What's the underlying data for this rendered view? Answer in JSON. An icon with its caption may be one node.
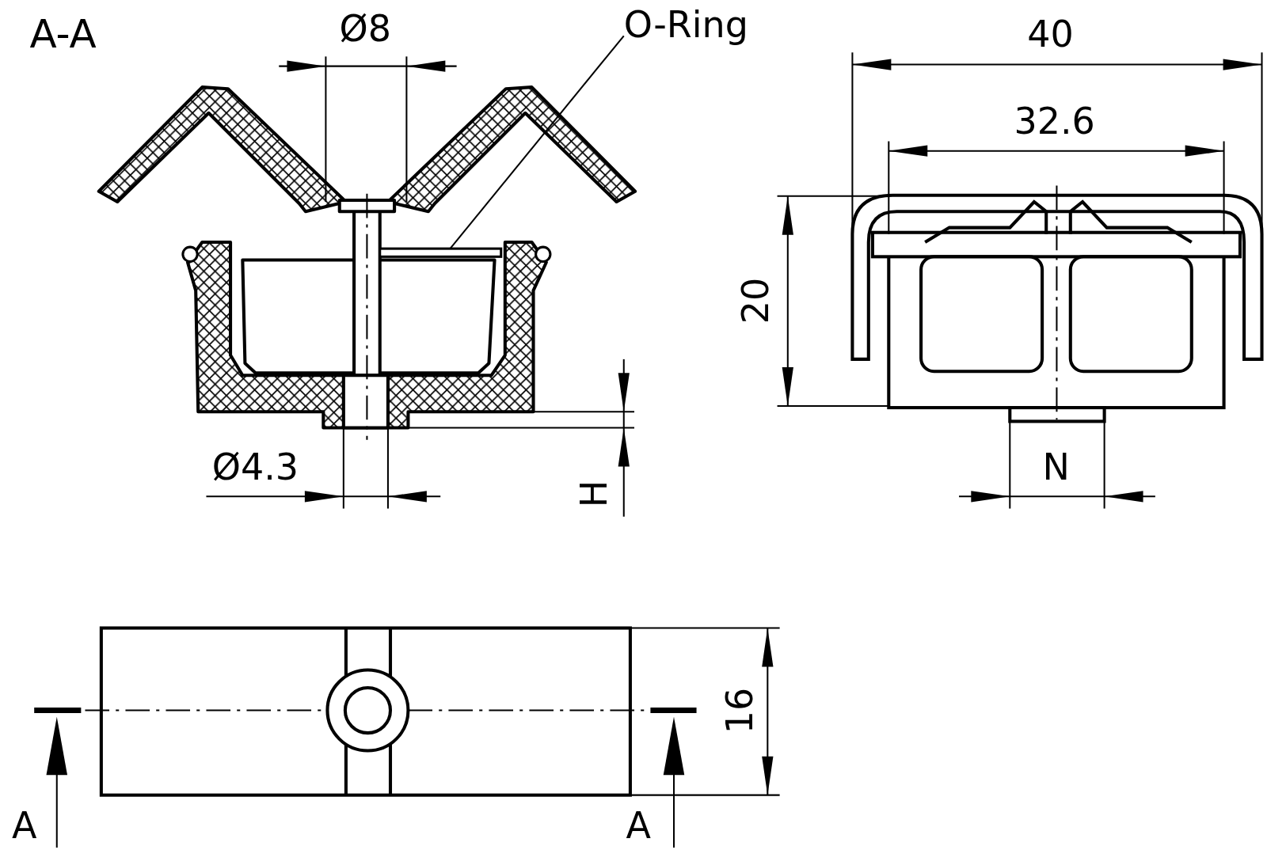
{
  "diagram": {
    "nodes": [
      {
        "text": [
          "O-Ring"
        ]
      },
      {
        "text": [],
        "shape": "bar"
      }
    ],
    "edges": [
      {
        "from": 0,
        "to": 1,
        "arrow": "none"
      }
    ],
    "labels": [
      "A-A",
      "Ø8",
      "40",
      "32.6",
      "20",
      "Ø4.3",
      "H",
      "N",
      "16",
      "A",
      "A"
    ]
  }
}
